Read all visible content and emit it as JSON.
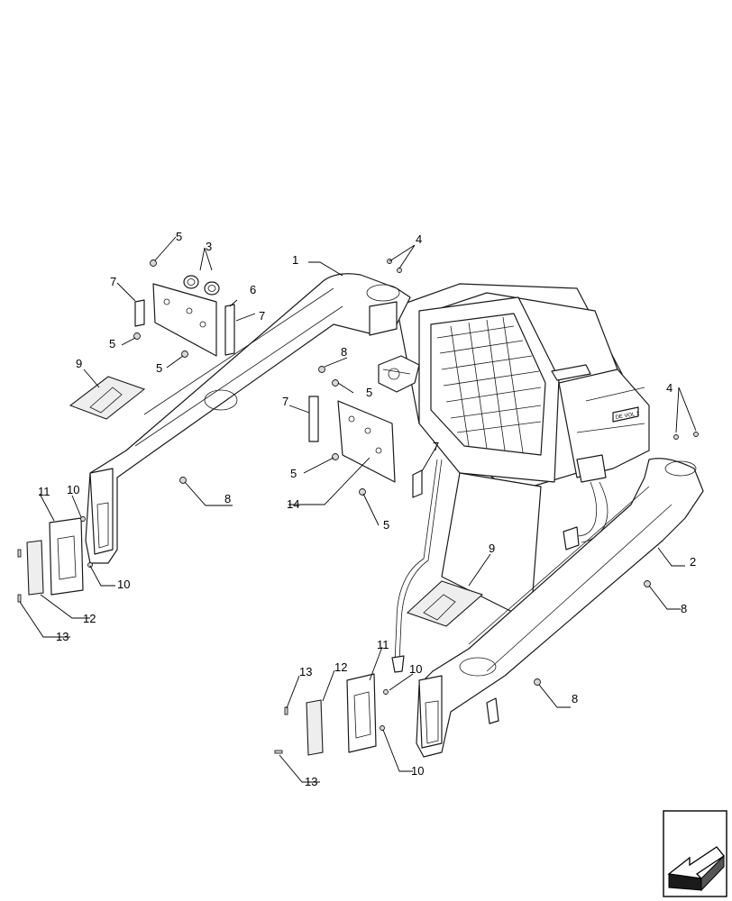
{
  "callouts": [
    {
      "id": "c1",
      "text": "1"
    },
    {
      "id": "c2",
      "text": "2"
    },
    {
      "id": "c3",
      "text": "3"
    },
    {
      "id": "c4a",
      "text": "4"
    },
    {
      "id": "c4b",
      "text": "4"
    },
    {
      "id": "c5a",
      "text": "5"
    },
    {
      "id": "c5b",
      "text": "5"
    },
    {
      "id": "c5c",
      "text": "5"
    },
    {
      "id": "c5d",
      "text": "5"
    },
    {
      "id": "c5e",
      "text": "5"
    },
    {
      "id": "c5f",
      "text": "5"
    },
    {
      "id": "c6",
      "text": "6"
    },
    {
      "id": "c7a",
      "text": "7"
    },
    {
      "id": "c7b",
      "text": "7"
    },
    {
      "id": "c7c",
      "text": "7"
    },
    {
      "id": "c7d",
      "text": "7"
    },
    {
      "id": "c8a",
      "text": "8"
    },
    {
      "id": "c8b",
      "text": "8"
    },
    {
      "id": "c8c",
      "text": "8"
    },
    {
      "id": "c8d",
      "text": "8"
    },
    {
      "id": "c9a",
      "text": "9"
    },
    {
      "id": "c9b",
      "text": "9"
    },
    {
      "id": "c10a",
      "text": "10"
    },
    {
      "id": "c10b",
      "text": "10"
    },
    {
      "id": "c10c",
      "text": "10"
    },
    {
      "id": "c10d",
      "text": "10"
    },
    {
      "id": "c11a",
      "text": "11"
    },
    {
      "id": "c11b",
      "text": "11"
    },
    {
      "id": "c12a",
      "text": "12"
    },
    {
      "id": "c12b",
      "text": "12"
    },
    {
      "id": "c13a",
      "text": "13"
    },
    {
      "id": "c13b",
      "text": "13"
    },
    {
      "id": "c14",
      "text": "14"
    }
  ],
  "decal_text": "DE VOL 1",
  "nav_icon": "next-page-arrow-icon"
}
